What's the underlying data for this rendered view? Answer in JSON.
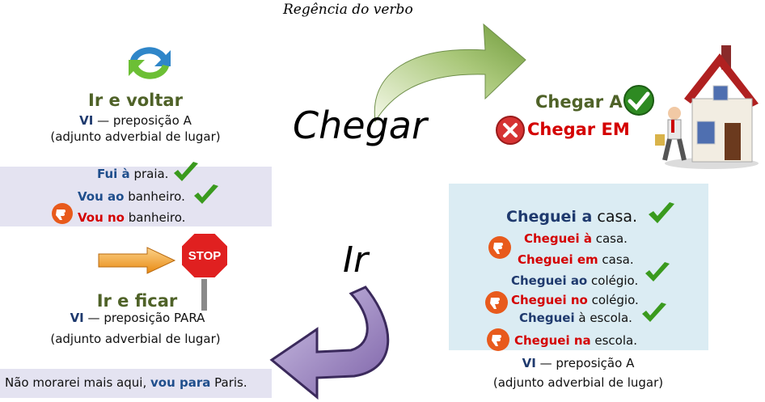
{
  "title": "Regência do verbo",
  "center_words": {
    "chegar": "Chegar",
    "ir": "Ir"
  },
  "left_top": {
    "heading": "Ir e voltar",
    "vi": "VI",
    "rule": " — preposição A",
    "note": "(adjunto adverbial de lugar)",
    "examples": [
      {
        "verb": "Fui à",
        "rest": " praia.",
        "correct": true
      },
      {
        "verb": "Vou ao",
        "rest": " banheiro.",
        "correct": true
      },
      {
        "verb": "Vou no",
        "rest": " banheiro.",
        "correct": false
      }
    ]
  },
  "left_bottom": {
    "heading": "Ir e ficar",
    "vi": "VI",
    "rule": " — preposição PARA",
    "note": "(adjunto adverbial de lugar)",
    "stop_sign": "STOP",
    "example_start": "Não morarei mais aqui, ",
    "example_verb": "vou para",
    "example_end": " Paris."
  },
  "right_top": {
    "correct": "Chegar A",
    "wrong": "Chegar EM"
  },
  "right_box": {
    "main_verb": "Cheguei a",
    "main_rest": " casa.",
    "examples": [
      {
        "verb": "Cheguei à",
        "rest": " casa.",
        "correct": false
      },
      {
        "verb": "Cheguei em",
        "rest": " casa.",
        "correct": false
      },
      {
        "verb": "Cheguei ao",
        "rest": " colégio.",
        "correct": true
      },
      {
        "verb": "Cheguei no",
        "rest": " colégio.",
        "correct": false
      },
      {
        "verb": "Cheguei",
        "rest": " à escola.",
        "correct": true
      },
      {
        "verb": "Cheguei na",
        "rest": " escola.",
        "correct": false
      }
    ],
    "vi": "VI",
    "rule": " — preposição A",
    "note": "(adjunto adverbial de lugar)"
  },
  "colors": {
    "check_green": "#3a9a1e",
    "wrong_red": "#d40000",
    "box_lavender": "#e4e3f1",
    "box_lightblue": "#dbecf3"
  }
}
